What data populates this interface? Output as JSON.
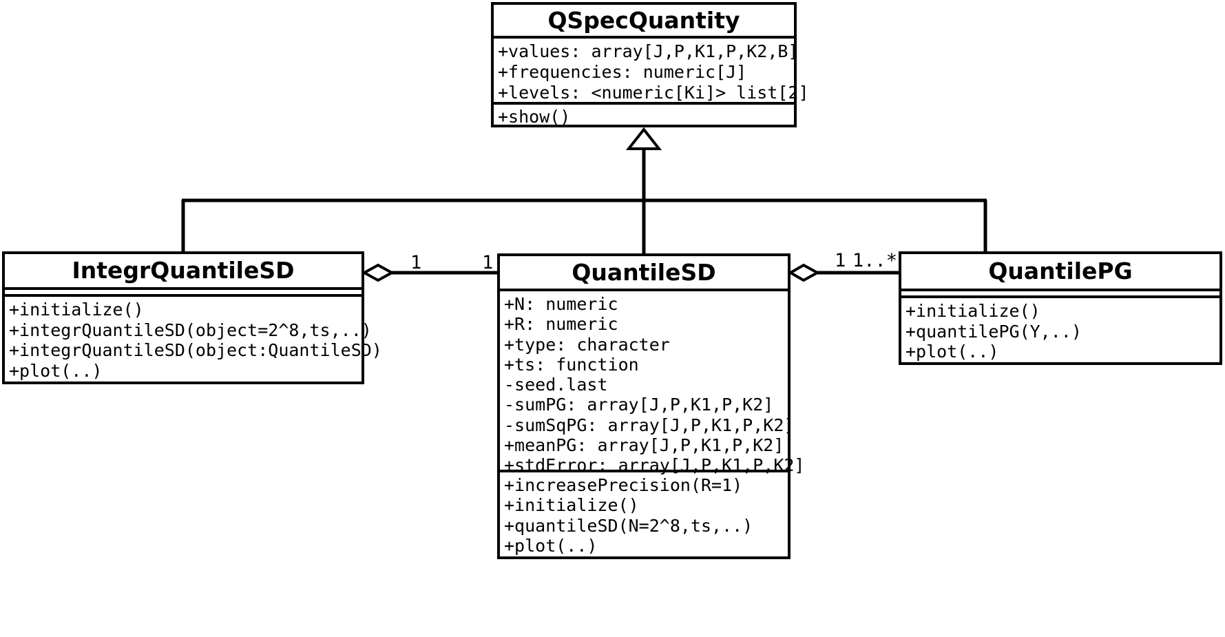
{
  "diagram": {
    "type": "uml-class-diagram",
    "classes": [
      {
        "id": "qspecquantity",
        "name": "QSpecQuantity",
        "attributes": [
          "+values: array[J,P,K1,P,K2,B]",
          "+frequencies: numeric[J]",
          "+levels: <numeric[Ki]> list[2]"
        ],
        "operations": [
          "+show()"
        ]
      },
      {
        "id": "integrquantilesd",
        "name": "IntegrQuantileSD",
        "attributes": [],
        "operations": [
          "+initialize()",
          "+integrQuantileSD(object=2^8,ts,..)",
          "+integrQuantileSD(object:QuantileSD)",
          "+plot(..)"
        ]
      },
      {
        "id": "quantilesd",
        "name": "QuantileSD",
        "attributes": [
          "+N: numeric",
          "+R: numeric",
          "+type: character",
          "+ts: function",
          "-seed.last",
          "-sumPG: array[J,P,K1,P,K2]",
          "-sumSqPG: array[J,P,K1,P,K2]",
          "+meanPG: array[J,P,K1,P,K2]",
          "+stdError: array[J,P,K1,P,K2]"
        ],
        "operations": [
          "+increasePrecision(R=1)",
          "+initialize()",
          "+quantileSD(N=2^8,ts,..)",
          "+plot(..)"
        ]
      },
      {
        "id": "quantilepg",
        "name": "QuantilePG",
        "attributes": [],
        "operations": [
          "+initialize()",
          "+quantilePG(Y,..)",
          "+plot(..)"
        ]
      }
    ],
    "relationships": [
      {
        "kind": "generalization",
        "from": [
          "IntegrQuantileSD",
          "QuantileSD",
          "QuantilePG"
        ],
        "to": "QSpecQuantity"
      },
      {
        "kind": "aggregation",
        "owner": "IntegrQuantileSD",
        "part": "QuantileSD",
        "owner_multiplicity": "1",
        "part_multiplicity": "1"
      },
      {
        "kind": "aggregation",
        "owner": "QuantileSD",
        "part": "QuantilePG",
        "owner_multiplicity": "1",
        "part_multiplicity": "1..*"
      }
    ],
    "multiplicity_labels": {
      "integr_right": "1",
      "quantilesd_left": "1",
      "quantilesd_right": "1",
      "quantilepg_left": "1..*"
    },
    "colors": {
      "stroke": "#000000",
      "fill": "#ffffff",
      "text": "#000000"
    }
  }
}
